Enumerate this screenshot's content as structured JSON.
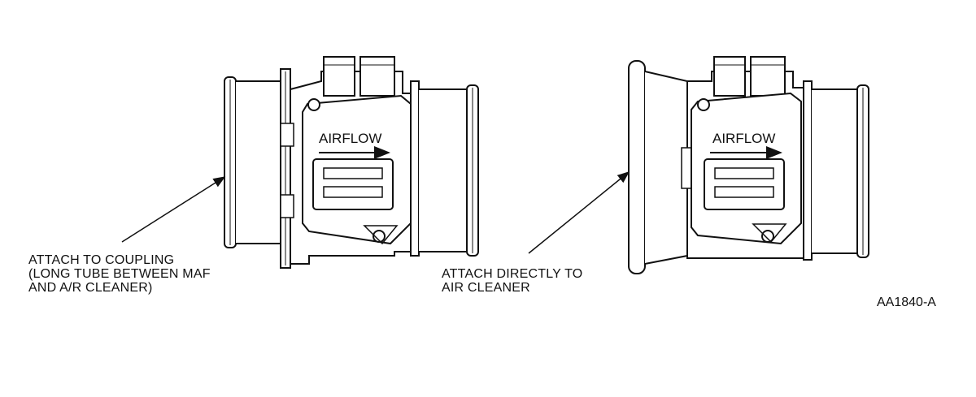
{
  "diagram": {
    "left_sensor": {
      "airflow_label": "AIRFLOW"
    },
    "right_sensor": {
      "airflow_label": "AIRFLOW"
    },
    "callouts": {
      "left": [
        "ATTACH TO COUPLING",
        "(LONG TUBE BETWEEN MAF",
        "AND A/R CLEANER)"
      ],
      "right": [
        "ATTACH DIRECTLY TO",
        "AIR CLEANER"
      ]
    },
    "reference_id": "AA1840-A"
  }
}
